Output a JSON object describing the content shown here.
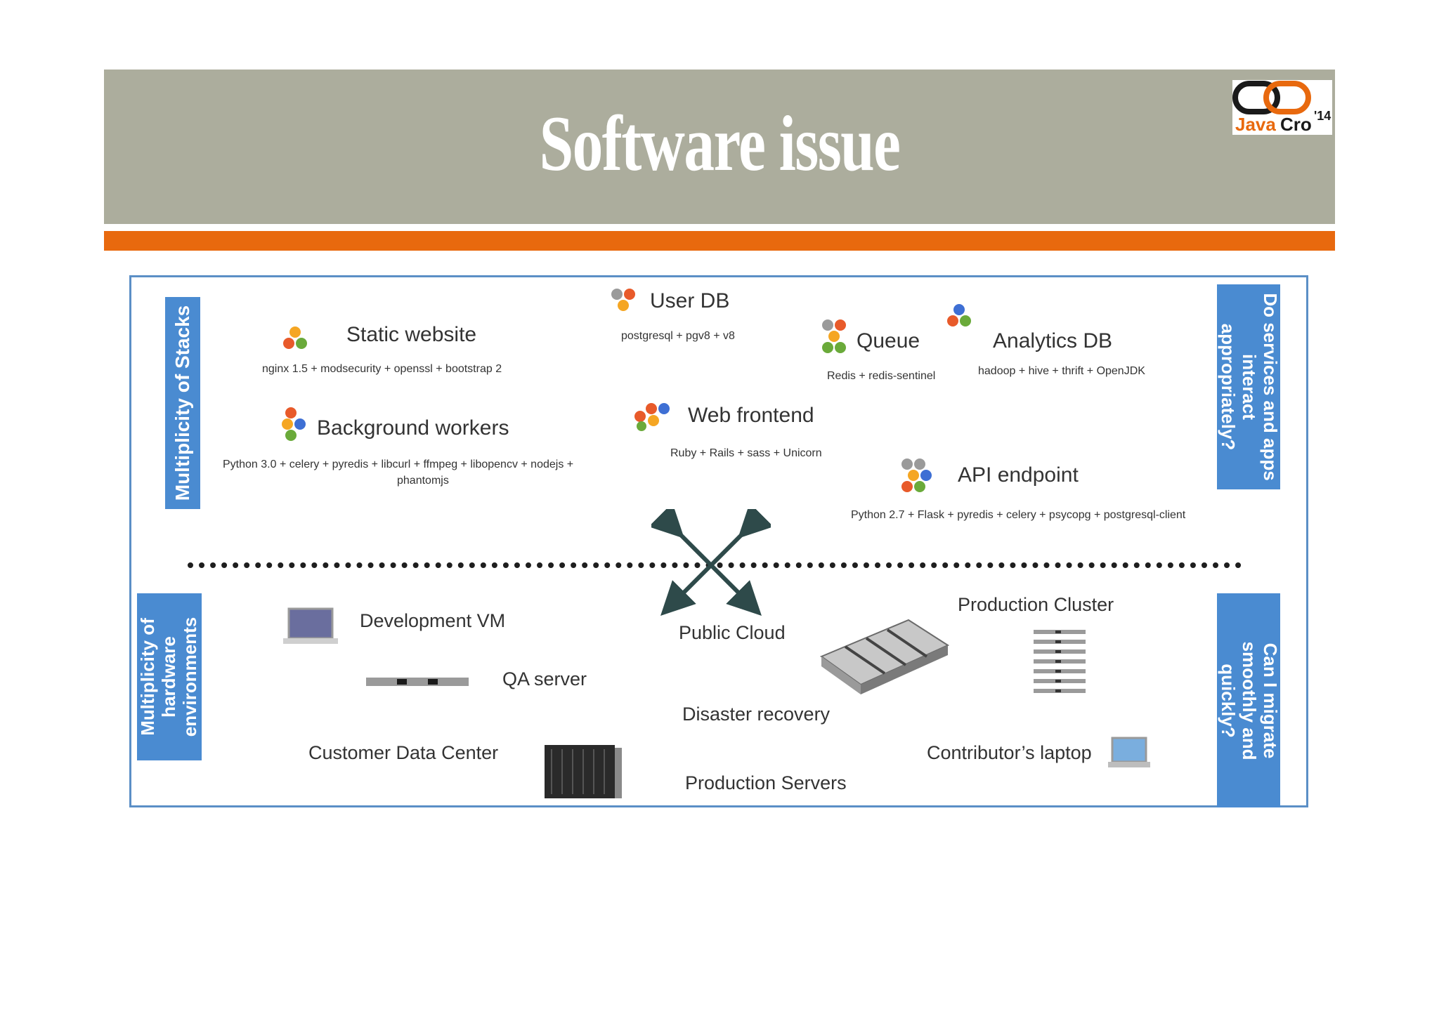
{
  "slide": {
    "title": "Software issue",
    "logo": {
      "text_java": "Java",
      "text_cro": "Cro",
      "text_year": "'14"
    }
  },
  "colors": {
    "header": "#acad9d",
    "accent_bar": "#e8690e",
    "label_box": "#4a8bd1",
    "frame": "#5b8fc6"
  },
  "diagram": {
    "side_labels": {
      "stacks": "Multiplicity of Stacks",
      "hardware": [
        "Multiplicity of",
        "hardware",
        "environments"
      ],
      "interact": [
        "Do services and apps",
        "interact",
        "appropriately?"
      ],
      "migrate": [
        "Can I migrate",
        "smoothly and",
        "quickly?"
      ]
    },
    "stacks": {
      "static_website": {
        "name": "Static website",
        "detail": "nginx  1.5 + modsecurity + openssl + bootstrap 2"
      },
      "user_db": {
        "name": "User DB",
        "detail": "postgresql + pgv8 + v8"
      },
      "queue": {
        "name": "Queue",
        "detail": "Redis + redis-sentinel"
      },
      "analytics_db": {
        "name": "Analytics DB",
        "detail": "hadoop + hive + thrift + OpenJDK"
      },
      "background_workers": {
        "name": "Background workers",
        "detail_line1": "Python 3.0 + celery + pyredis + libcurl + ffmpeg + libopencv + nodejs +",
        "detail_line2": "phantomjs"
      },
      "web_frontend": {
        "name": "Web frontend",
        "detail": "Ruby + Rails + sass + Unicorn"
      },
      "api_endpoint": {
        "name": "API endpoint",
        "detail": "Python 2.7 + Flask + pyredis + celery + psycopg + postgresql-client"
      }
    },
    "hardware": {
      "development_vm": "Development  VM",
      "qa_server": "QA server",
      "customer_dc": "Customer  Data  Center",
      "public_cloud": "Public Cloud",
      "disaster_recovery": "Disaster recovery",
      "production_servers": "Production  Servers",
      "production_cluster": "Production  Cluster",
      "contributors_laptop": "Contributor’s  laptop"
    }
  }
}
